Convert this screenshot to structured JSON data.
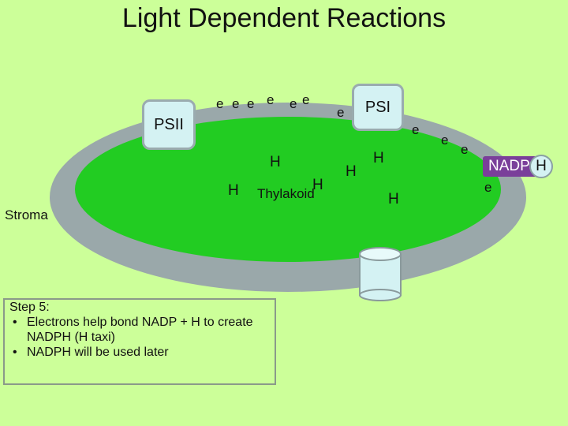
{
  "title": "Light Dependent Reactions",
  "psii_label": "PSII",
  "psi_label": "PSI",
  "thylakoid_label": "Thylakoid",
  "stroma_label": "Stroma",
  "electron": "e",
  "hydrogen": "H",
  "nadp_label": "NADP",
  "step": {
    "heading": "Step 5:",
    "bullets": [
      "Electrons help bond NADP + H to create NADPH (H taxi)",
      "NADPH will be used later"
    ]
  },
  "colors": {
    "background": "#ccff99",
    "thylakoid_fill": "#22cc22",
    "membrane": "#9aa8aa",
    "protein_box": "#d4f2f3",
    "nadp": "#7a3f9a"
  }
}
